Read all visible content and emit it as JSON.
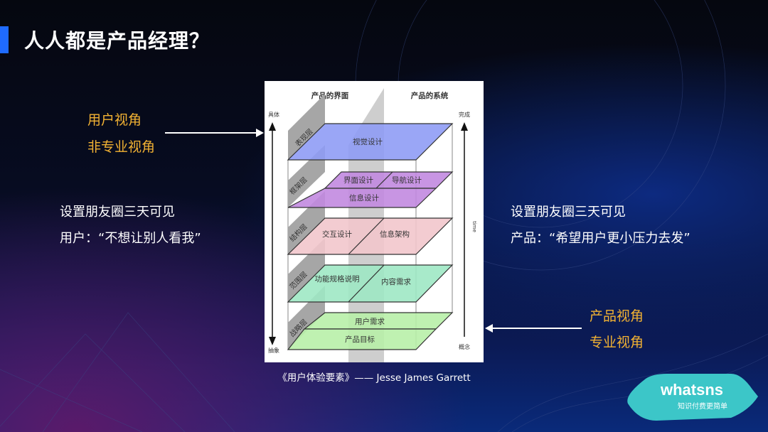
{
  "title": "人人都是产品经理？",
  "left_top": {
    "line1": "用户视角",
    "line2": "非专业视角"
  },
  "left_mid": {
    "line1": "设置朋友圈三天可见",
    "line2": "用户：“不想让别人看我”"
  },
  "right_mid": {
    "line1": "设置朋友圈三天可见",
    "line2": "产品：“希望用户更小压力去发”"
  },
  "right_bottom": {
    "line1": "产品视角",
    "line2": "专业视角"
  },
  "diagram": {
    "header_left": "产品的界面",
    "header_right": "产品的系统",
    "axis_left_top": "具体",
    "axis_left_bottom": "抽象",
    "axis_right_top": "完成",
    "axis_right_bottom": "概念",
    "axis_right_mid": "time",
    "layers": [
      {
        "name": "表现层",
        "items": [
          "视觉设计"
        ]
      },
      {
        "name": "框架层",
        "items": [
          "界面设计",
          "导航设计",
          "信息设计"
        ]
      },
      {
        "name": "结构层",
        "items": [
          "交互设计",
          "信息架构"
        ]
      },
      {
        "name": "范围层",
        "items": [
          "功能规格说明",
          "内容需求"
        ]
      },
      {
        "name": "战略层",
        "items": [
          "用户需求",
          "产品目标"
        ]
      }
    ]
  },
  "caption": "《用户体验要素》—— Jesse James Garrett",
  "logo": {
    "name": "whatsns",
    "tagline": "知识付费更简单"
  },
  "colors": {
    "accent": "#1f6bff",
    "orange": "#f2b233",
    "logo": "#3cc6c8"
  }
}
